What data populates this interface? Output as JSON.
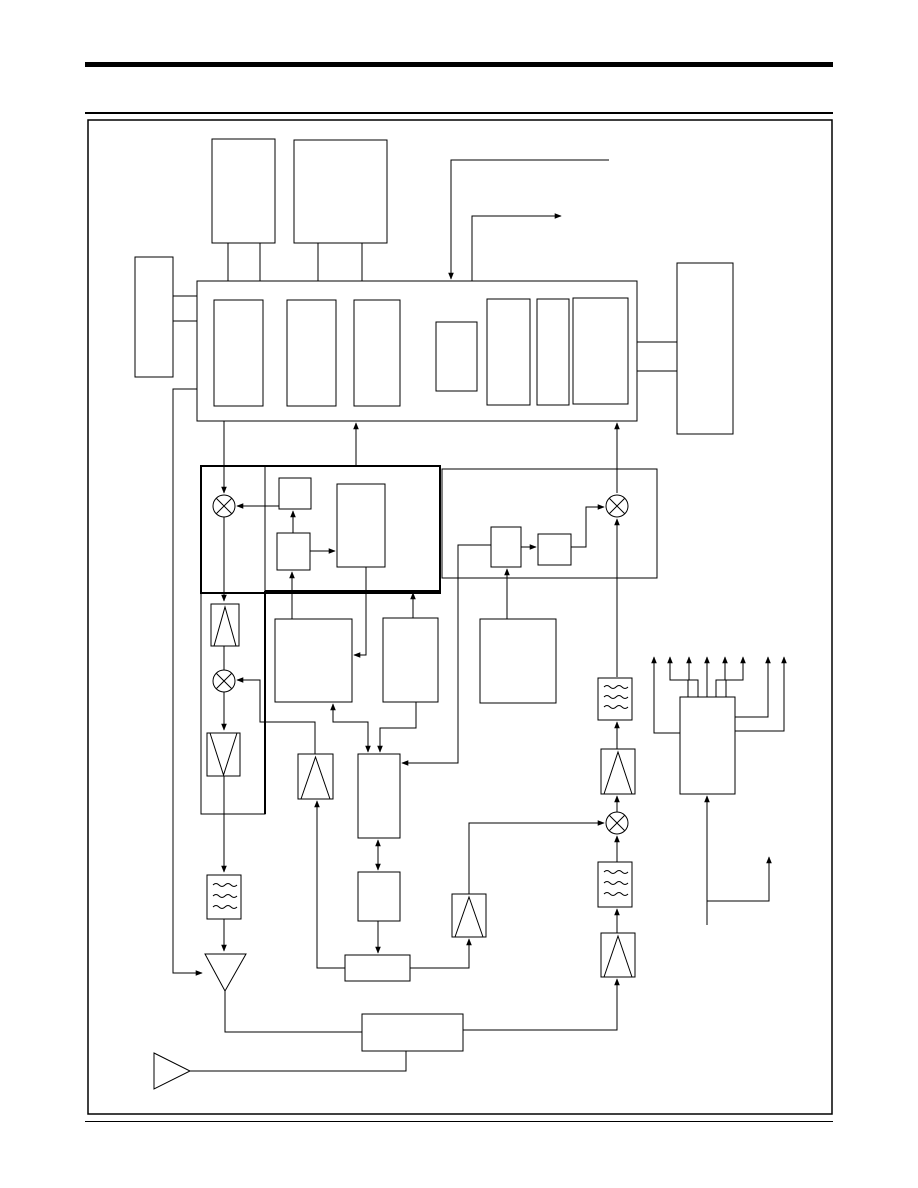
{
  "diagram": {
    "kind": "block-diagram",
    "text_labels": [],
    "colors": {
      "line": "#000000",
      "background": "#ffffff"
    },
    "blocks": [
      "ext-top-left",
      "ext-top-center",
      "ext-left",
      "ext-right",
      "main-controller",
      "sub-1",
      "sub-2",
      "sub-3",
      "sub-4",
      "sub-5",
      "sub-6",
      "sub-7",
      "rx-module",
      "rx-small-box-top",
      "rx-small-box-mid",
      "rx-tall-block",
      "rx-left-panel",
      "tx-module",
      "tx-box-1",
      "tx-box-2",
      "mid-block-a",
      "mid-block-b",
      "ref-block",
      "pll-block",
      "pll-lower-block",
      "divider-block",
      "power-supply",
      "duplexer"
    ],
    "symbols": [
      "mixer-rx-1",
      "mixer-rx-2",
      "mixer-tx",
      "mixer-rf-tx",
      "filter-rx-if-1",
      "filter-rx-if-2",
      "filter-rx-rf",
      "filter-tx-1",
      "filter-tx-2",
      "amp-lo-1",
      "amp-lo-2",
      "amp-tx-1",
      "amp-tx-2",
      "amp-lna",
      "antenna-feed"
    ]
  }
}
